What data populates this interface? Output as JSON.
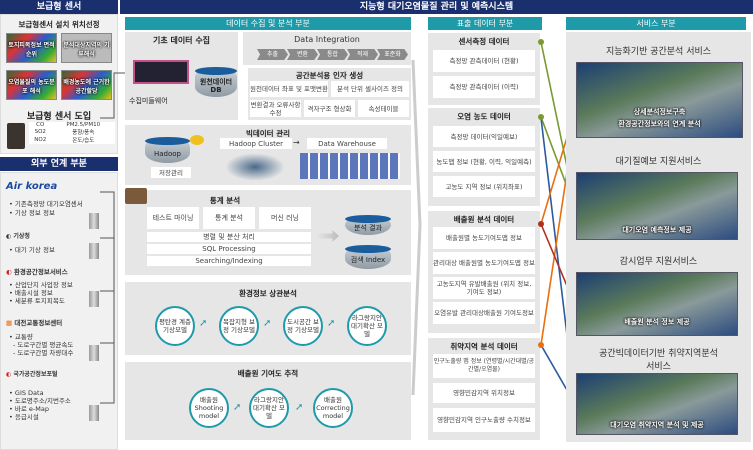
{
  "main_title": "지능형 대기오염물질 관리 및 예측시스템",
  "left": {
    "header": "보급형 센서",
    "site_title": "보급형센서 설치 위치선정",
    "images": [
      "토지피복정보 면적순위",
      "분석대상지역의 기류해석",
      "오염물질의 농도분포 해석",
      "배경농도에 근거한 공간할당"
    ],
    "intro_title": "보급형 센서 도입",
    "sensor_table": [
      [
        "CO",
        "PM2.5/PM10"
      ],
      [
        "SO2",
        "풍향/풍속"
      ],
      [
        "NO2",
        "온도/습도"
      ]
    ],
    "ext_header": "외부 연계 부분",
    "sources": [
      {
        "name": "Air korea",
        "items": [
          "기존측정망 대기오염센서",
          "기상 정보 정보"
        ]
      },
      {
        "name": "기상청",
        "items": [
          "대기 기상 정보"
        ]
      },
      {
        "name": "환경공간정보서비스",
        "items": [
          "산업단지 사업장 정보",
          "배출시설 정보",
          "세분류 토지피복도"
        ]
      },
      {
        "name": "대전교통정보센터",
        "items": [
          "교통량",
          "- 도로구간별 평균속도",
          "- 도로구간별 차량대수"
        ]
      },
      {
        "name": "국가공간정보포털",
        "items": [
          "GIS Data",
          "도로명주소/지번주소",
          "바로 e-Map",
          "응급시설"
        ]
      }
    ]
  },
  "analysis": {
    "header": "데이터 수집 및 분석 부분",
    "collect_title": "기초 데이터 수집",
    "middleware": "수집미들웨어",
    "raw_db": "원천데이터 DB",
    "integration_title": "Data Integration",
    "steps": [
      "추출",
      "변환",
      "통합",
      "적재",
      "표준화"
    ],
    "factor_title": "공간분석용 인자 생성",
    "factors": [
      "원천데이터 좌표 및 포맷변환",
      "분석 단위 셀사이즈 정의",
      "변환결과 오류사항 수정",
      "격자구조 형상화",
      "속성테이블"
    ],
    "bigdata_title": "빅데이터 관리",
    "hadoop": "Hadoop",
    "storage": "저장관리",
    "cluster": "Hadoop Cluster",
    "warehouse": "Data Warehouse",
    "stats_title": "통계 분석",
    "stats_items": [
      "테스트 마이닝",
      "통계 분석",
      "머신 러닝"
    ],
    "processing": [
      "병렬 및 분산 처리",
      "SQL Processing",
      "Searching/Indexing"
    ],
    "results": [
      "분석 결과",
      "검색 Index"
    ],
    "env_title": "환경정보 상관분석",
    "env_models": [
      "평탄경 계층 기상모델",
      "복잡지형 보정 기상모델",
      "도시공간 보정 기상모델",
      "라그랑지안 대기확산 모델"
    ],
    "emission_title": "배출원 기여도 추적",
    "emission_models": [
      "배출원 Shooting model",
      "라그랑지안 대기확산 모델",
      "배출원 Correcting model"
    ]
  },
  "output": {
    "header": "표출 데이터 부분",
    "groups": [
      {
        "title": "센서측정 데이터",
        "items": [
          "측정망 관측데이터 (현황)",
          "측정망 관측데이터 (이력)"
        ]
      },
      {
        "title": "오염 농도 데이터",
        "items": [
          "측정망 데이터(익일예보)",
          "농도맵 정보 (현황, 이력, 익일예측)",
          "고농도 지역 정보 (위치좌표)"
        ]
      },
      {
        "title": "배출원 분석 데이터",
        "items": [
          "배출원별 농도기여도맵 정보",
          "관리대상 배출원별 농도기여도맵 정보",
          "고농도지역 유발배출원 (위치 정보, 기여도 정보)",
          "오염유발 관리대상배출원 기여도정보"
        ]
      },
      {
        "title": "취약지역 분석 데이터",
        "items": [
          "인구노출량 맵 정보 (연령별/시간대별/공간별/오염물)",
          "영향민감지역 위치정보",
          "영향민감지역 인구노출량 수치정보"
        ]
      }
    ]
  },
  "service": {
    "header": "서비스 부분",
    "items": [
      {
        "title": "지능화기반 공간분석 서비스",
        "captions": [
          "상세분석정보구축",
          "환경공간정보와의 연계 분석"
        ]
      },
      {
        "title": "대기질예보 지원서비스",
        "captions": [
          "대기오염 예측정보 제공"
        ]
      },
      {
        "title": "감시업무 지원서비스",
        "captions": [
          "배출원 분석 정보 제공"
        ]
      },
      {
        "title": "공간빅데이터기반 취약지역분석 서비스",
        "captions": [
          "대기오염 취약지역 분석 및 제공"
        ]
      }
    ]
  },
  "colors": {
    "navy": "#1a2f6e",
    "teal": "#1f9aa8",
    "green": "#7a9a30",
    "orange": "#e87010",
    "red": "#b03020",
    "blue": "#2a5aa0"
  }
}
